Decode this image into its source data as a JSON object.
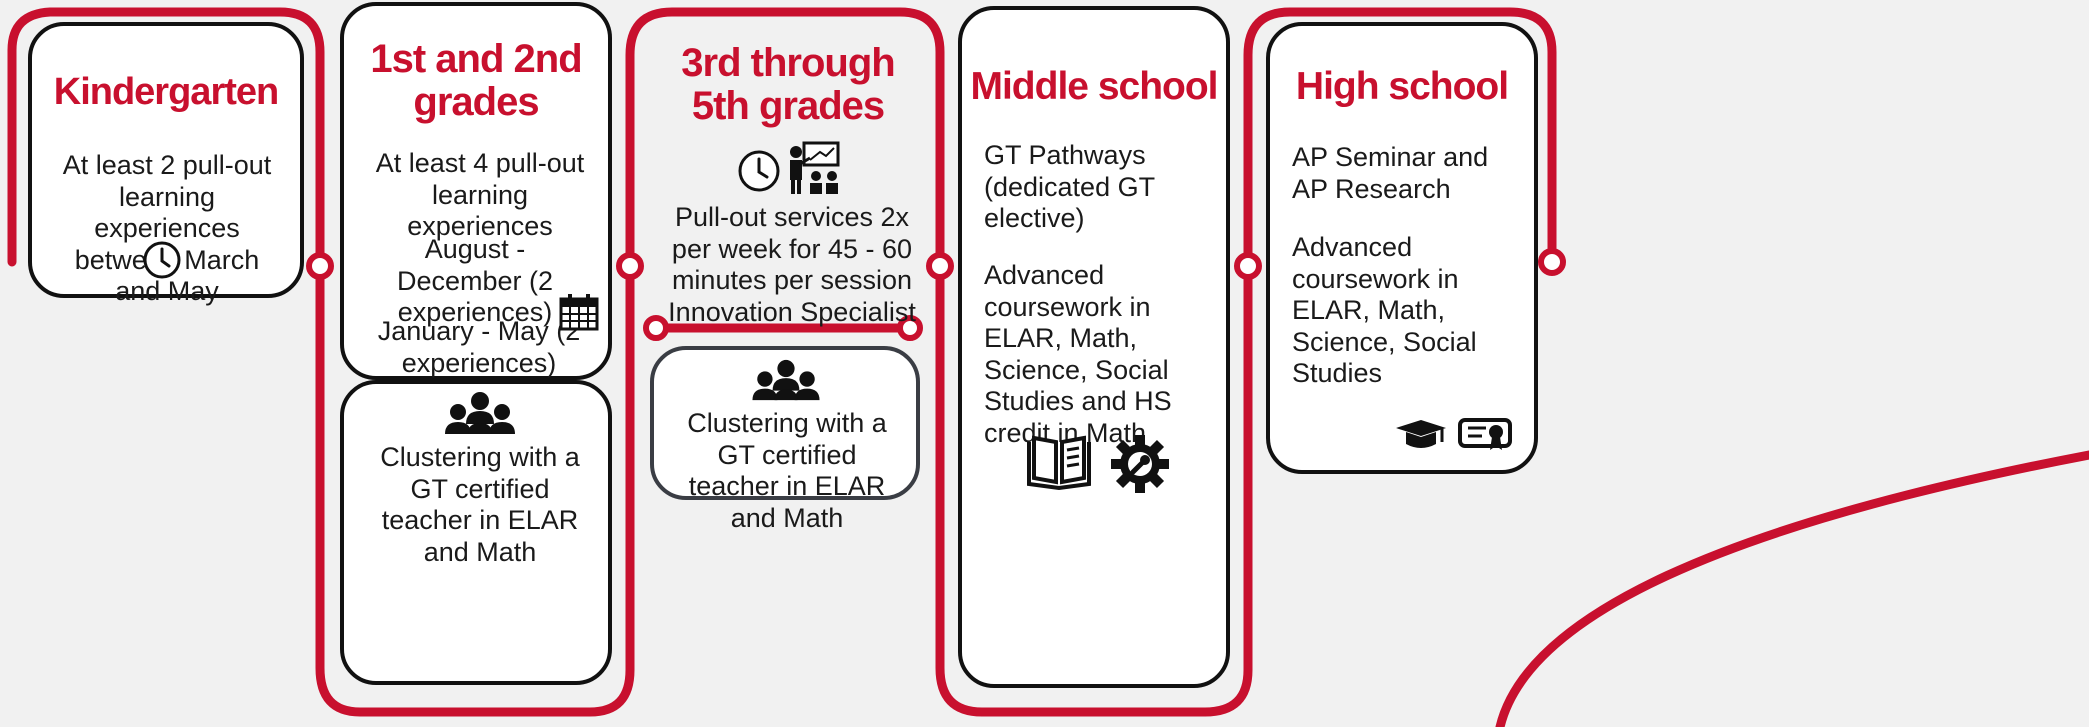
{
  "colors": {
    "accent": "#c8102e",
    "border": "#111111",
    "background": "#f1f1f1"
  },
  "stages": [
    {
      "title": "Kindergarten",
      "body": "At least 2 pull-out learning experiences between March and May",
      "icon": "clock-icon"
    },
    {
      "title_line1": "1st and 2nd",
      "title_line2": "grades",
      "body": "At least 4 pull-out learning experiences",
      "schedule_1": "August - December (2 experiences)",
      "schedule_2": "January - May (2 experiences)",
      "icon": "calendar-icon",
      "sub": {
        "text": "Clustering with a GT certified teacher in ELAR and Math",
        "icon": "group-icon"
      }
    },
    {
      "title_line1": "3rd through",
      "title_line2": "5th grades",
      "body": "Pull-out services 2x per week for 45 - 60 minutes per session Innovation Specialist",
      "icons": [
        "clock-icon",
        "presenter-icon"
      ],
      "sub": {
        "text": "Clustering with a GT certified teacher in ELAR and Math",
        "icon": "group-icon"
      }
    },
    {
      "title": "Middle school",
      "body_1": "GT Pathways (dedicated GT elective)",
      "body_2": "Advanced coursework in ELAR, Math, Science, Social Studies and HS credit in Math",
      "icons": [
        "book-icon",
        "gear-wrench-icon"
      ]
    },
    {
      "title": "High school",
      "body_1": "AP Seminar and AP Research",
      "body_2": "Advanced coursework in ELAR, Math, Science, Social Studies",
      "icons": [
        "graduation-cap-icon",
        "diploma-icon"
      ]
    }
  ]
}
